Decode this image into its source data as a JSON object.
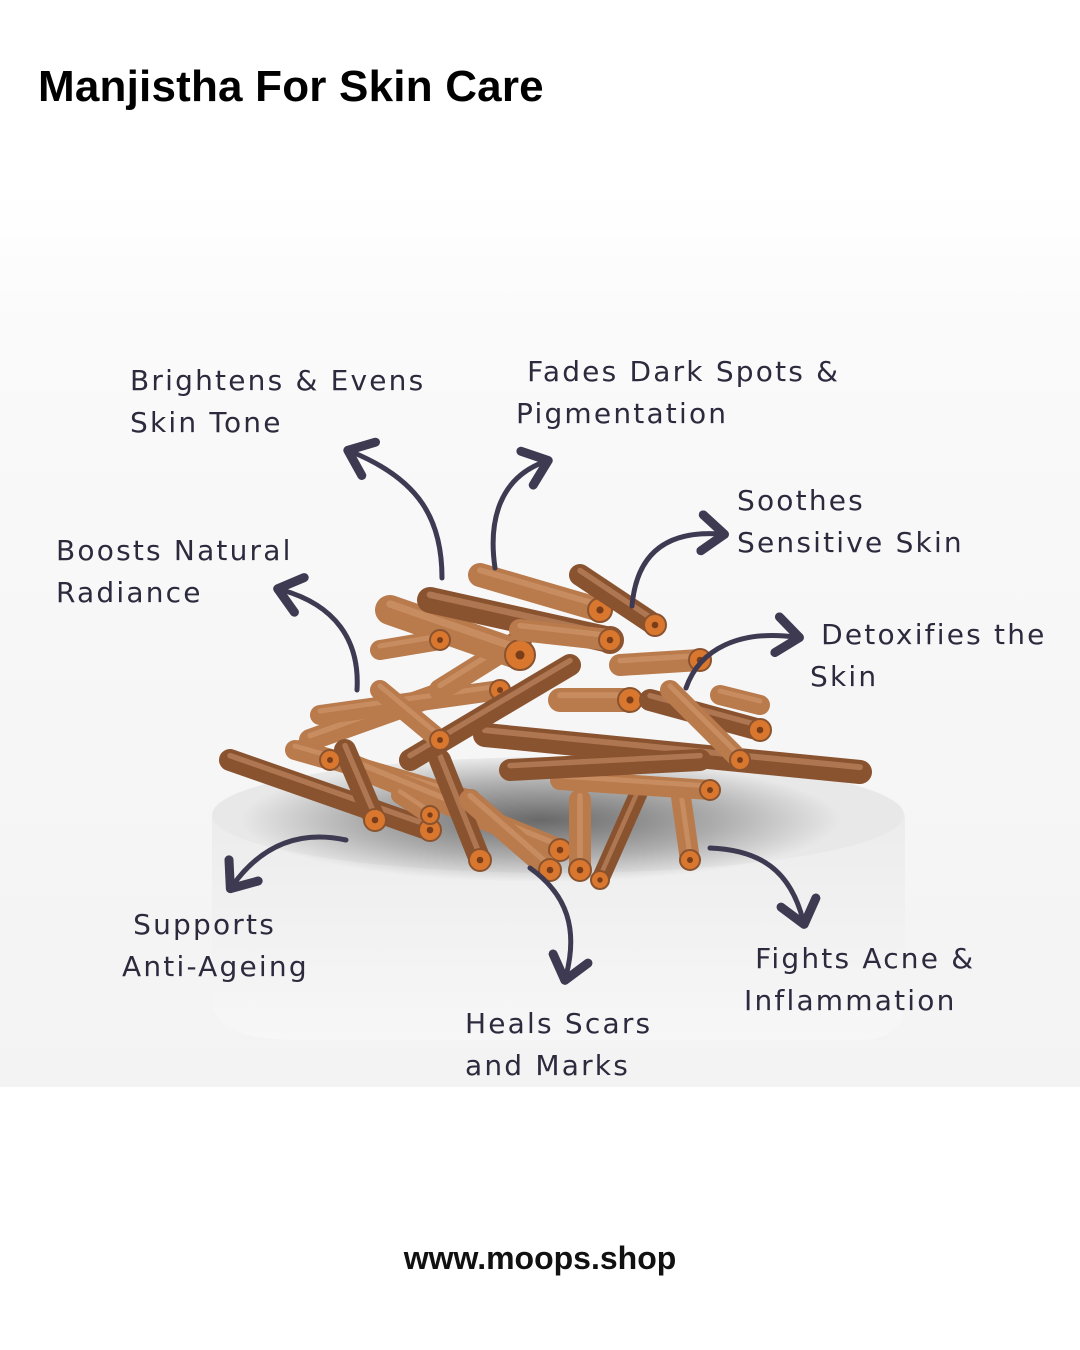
{
  "title": "Manjistha For Skin Care",
  "image": {
    "subject": "manjistha-roots",
    "stick_color": "#b97a4c",
    "stick_dark": "#8a5330",
    "cut_end_color": "#d9772e",
    "pedestal_color": "#f1f1f1"
  },
  "arrow_color": "#3d3a52",
  "benefits": [
    {
      "line1": "Brightens & Evens",
      "line2": "Skin Tone"
    },
    {
      "line1": " Fades Dark Spots &",
      "line2": "Pigmentation"
    },
    {
      "line1": "Soothes",
      "line2": "Sensitive Skin"
    },
    {
      "line1": " Detoxifies the",
      "line2": "Skin"
    },
    {
      "line1": "Boosts Natural",
      "line2": "Radiance"
    },
    {
      "line1": " Supports",
      "line2": "Anti-Ageing"
    },
    {
      "line1": "Heals Scars",
      "line2": "and Marks"
    },
    {
      "line1": " Fights Acne &",
      "line2": "Inflammation"
    }
  ],
  "footer": "www.moops.shop"
}
